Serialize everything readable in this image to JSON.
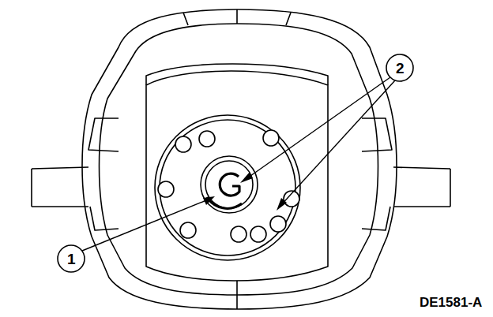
{
  "diagram": {
    "labels": [
      "2",
      "1",
      "DE1581-A"
    ]
  }
}
